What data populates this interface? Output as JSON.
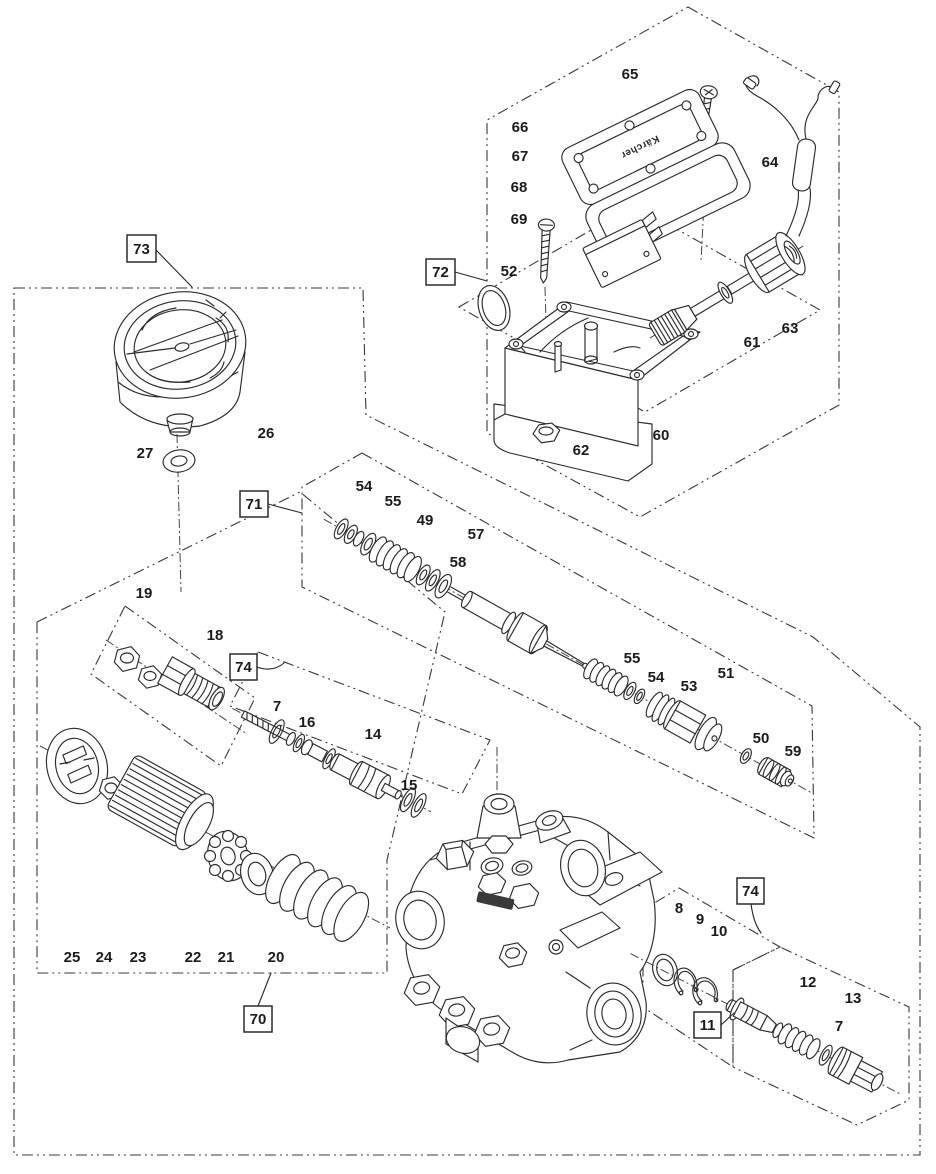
{
  "diagram": {
    "kind": "exploded-parts-diagram",
    "subject": "pressure washer pump and pressure-switch assembly",
    "logo_text": "Kärcher",
    "callouts": {
      "c70": "70",
      "c71": "71",
      "c72": "72",
      "c73": "73",
      "c74a": "74",
      "c74b": "74",
      "c11": "11"
    },
    "labels": {
      "l7a": "7",
      "l7b": "7",
      "l8": "8",
      "l9": "9",
      "l10": "10",
      "l12": "12",
      "l13": "13",
      "l14": "14",
      "l15": "15",
      "l16": "16",
      "l18": "18",
      "l19": "19",
      "l20": "20",
      "l21": "21",
      "l22": "22",
      "l23": "23",
      "l24": "24",
      "l25": "25",
      "l26": "26",
      "l27": "27",
      "l49": "49",
      "l50": "50",
      "l51": "51",
      "l52": "52",
      "l53": "53",
      "l54a": "54",
      "l54b": "54",
      "l55a": "55",
      "l55b": "55",
      "l57": "57",
      "l58": "58",
      "l59": "59",
      "l60": "60",
      "l61": "61",
      "l62": "62",
      "l63": "63",
      "l64": "64",
      "l65": "65",
      "l66": "66",
      "l67": "67",
      "l68": "68",
      "l69": "69"
    }
  }
}
